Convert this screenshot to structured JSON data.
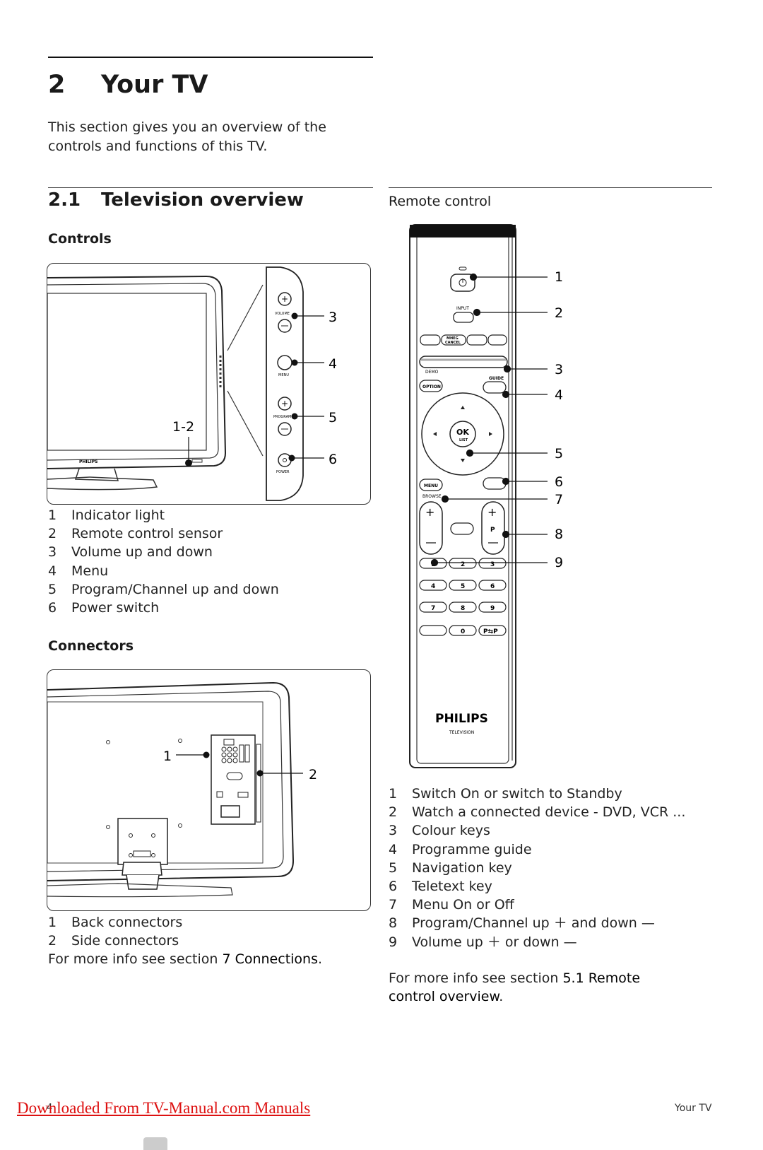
{
  "chapter": {
    "number": "2",
    "title": "Your TV"
  },
  "intro": "This section gives you an overview of the controls and functions of this TV.",
  "section": {
    "number": "2.1",
    "title": "Television overview"
  },
  "controls": {
    "heading": "Controls",
    "figure_labels": {
      "volume": "VOLUME",
      "menu": "MENU",
      "program": "PROGRAM",
      "power": "POWER",
      "brand": "PHILIPS",
      "callout_12": "1-2",
      "c3": "3",
      "c4": "4",
      "c5": "5",
      "c6": "6"
    },
    "items": [
      {
        "n": "1",
        "text": "Indicator light"
      },
      {
        "n": "2",
        "text": "Remote control sensor"
      },
      {
        "n": "3",
        "text": "Volume up and down"
      },
      {
        "n": "4",
        "text": "Menu"
      },
      {
        "n": "5",
        "text": "Program/Channel up and down"
      },
      {
        "n": "6",
        "text": "Power switch"
      }
    ]
  },
  "connectors": {
    "heading": "Connectors",
    "figure_labels": {
      "c1": "1",
      "c2": "2"
    },
    "items": [
      {
        "n": "1",
        "text": "Back connectors"
      },
      {
        "n": "2",
        "text": "Side connectors"
      }
    ],
    "more_prefix": "For more info see section ",
    "more_ref": "7 Connections",
    "more_suffix": "."
  },
  "remote": {
    "heading": "Remote control",
    "labels": {
      "input": "INPUT",
      "mheg": "MHEG",
      "cancel": "CANCEL",
      "demo": "DEMO",
      "guide": "GUIDE",
      "option": "OPTION",
      "ok": "OK",
      "list": "LIST",
      "menu": "MENU",
      "browse": "BROWSE",
      "p": "P",
      "k1": "1",
      "k2": "2",
      "k3": "3",
      "k4": "4",
      "k5": "5",
      "k6": "6",
      "k7": "7",
      "k8": "8",
      "k9": "9",
      "k0": "0",
      "pp": "P⇆P",
      "brand": "PHILIPS",
      "sub": "TELEVISION"
    },
    "callouts": [
      "1",
      "2",
      "3",
      "4",
      "5",
      "6",
      "7",
      "8",
      "9"
    ],
    "items": [
      {
        "n": "1",
        "text": "Switch On or switch to Standby"
      },
      {
        "n": "2",
        "text": "Watch a connected device - DVD, VCR ..."
      },
      {
        "n": "3",
        "text": "Colour keys"
      },
      {
        "n": "4",
        "text": "Programme guide"
      },
      {
        "n": "5",
        "text": "Navigation key"
      },
      {
        "n": "6",
        "text": "Teletext key"
      },
      {
        "n": "7",
        "text": "Menu On or Off"
      },
      {
        "n": "8",
        "text": "Program/Channel up ＋ and down —"
      },
      {
        "n": "9",
        "text": "Volume up ＋ or down —"
      }
    ],
    "more_prefix": "For more info see section ",
    "more_ref": "5.1 Remote control overview",
    "more_suffix": "."
  },
  "footer": {
    "link": "Downloaded From TV-Manual.com Manuals",
    "page": "4",
    "section": "Your TV"
  }
}
